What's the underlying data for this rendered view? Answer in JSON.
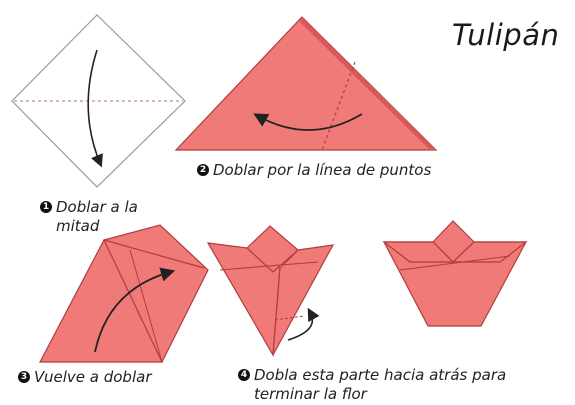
{
  "title": "Tulipán",
  "colors": {
    "paper": "#ef7a78",
    "paper_dark": "#d55a5a",
    "outline": "#b23b3d",
    "blank": "#ffffff",
    "line": "#222222"
  },
  "steps": [
    {
      "number": "1",
      "text": "Doblar a la mitad"
    },
    {
      "number": "2",
      "text": "Doblar por la línea de puntos"
    },
    {
      "number": "3",
      "text": "Vuelve a doblar"
    },
    {
      "number": "4",
      "text": "Dobla esta parte hacia atrás para terminar la flor"
    }
  ]
}
